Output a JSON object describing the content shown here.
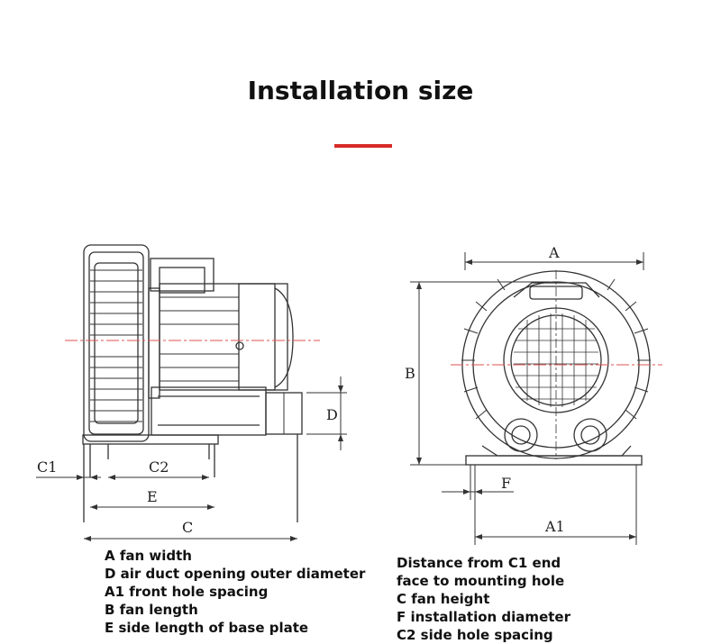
{
  "header": {
    "title": "Installation size"
  },
  "dimension_labels": {
    "A": "A",
    "A1": "A1",
    "B": "B",
    "C": "C",
    "C1": "C1",
    "C2": "C2",
    "D": "D",
    "E": "E",
    "F": "F"
  },
  "legend_left": [
    "A fan width",
    "D air duct opening outer diameter",
    "A1 front hole spacing",
    "B fan length",
    "E side length of base plate"
  ],
  "legend_right": [
    "Distance from C1 end",
    "face to mounting hole",
    "C fan height",
    "F installation diameter",
    "C2 side hole spacing"
  ],
  "colors": {
    "accent": "#d62b26",
    "centerline": "#e05050",
    "ink": "#333333"
  }
}
